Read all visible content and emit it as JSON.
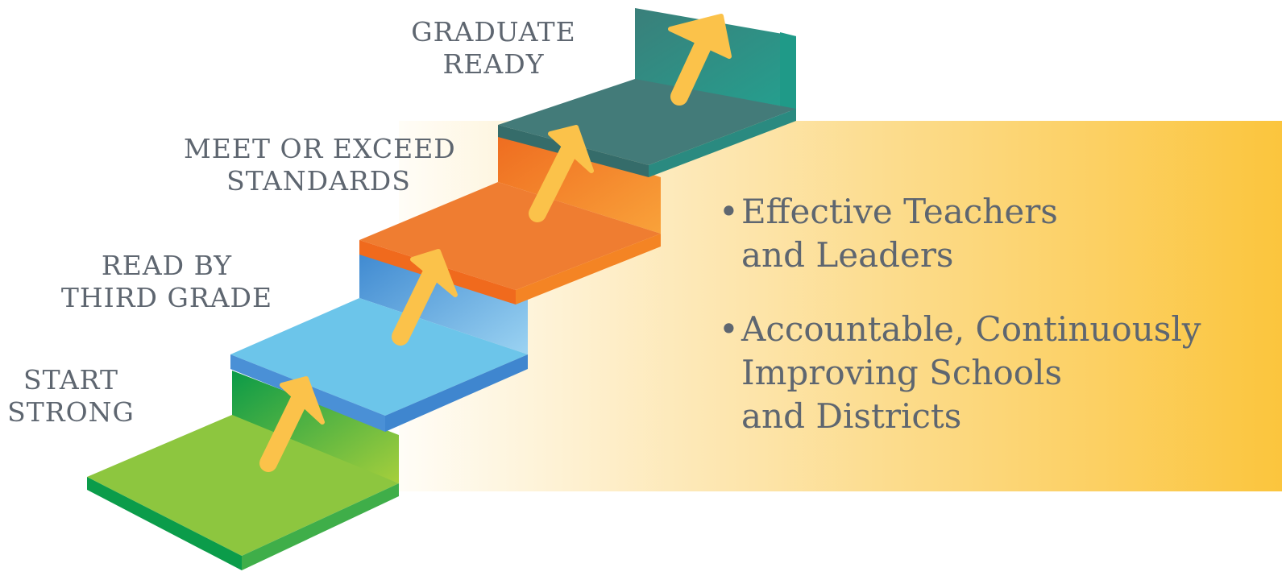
{
  "steps": [
    {
      "line1": "START",
      "line2": "STRONG",
      "color": "#8dc63f"
    },
    {
      "line1": "READ BY",
      "line2": "THIRD GRADE",
      "color": "#6cc5ea"
    },
    {
      "line1": "MEET OR EXCEED",
      "line2": "STANDARDS",
      "color": "#f07f2e"
    },
    {
      "line1": "GRADUATE",
      "line2": "READY",
      "color": "#3d7f7c"
    }
  ],
  "bullets": [
    {
      "line1": "Effective Teachers",
      "line2": "and Leaders"
    },
    {
      "line1": "Accountable, Continuously",
      "line2": "Improving Schools",
      "line3": "and Districts"
    }
  ],
  "colors": {
    "arrow": "#fbc24a",
    "text": "#5e6670",
    "gradient_start": "#fffaf0",
    "gradient_end": "#fbc53d"
  }
}
